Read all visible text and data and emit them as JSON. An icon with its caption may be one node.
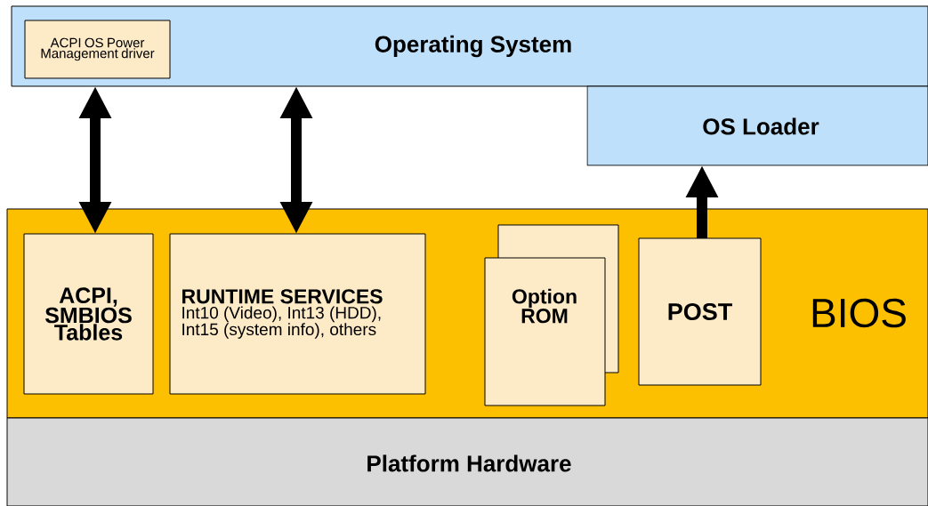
{
  "diagram": {
    "nodes": [
      {
        "text": [
          "Operating System"
        ]
      },
      {
        "text": [
          "ACPI OS Power Management driver"
        ],
        "in": 0
      },
      {
        "text": [
          "OS Loader"
        ]
      },
      {
        "text": [
          "BIOS"
        ]
      },
      {
        "text": [
          "ACPI, SMBIOS Tables"
        ],
        "in": 3
      },
      {
        "text": [
          "RUNTIME SERVICES",
          "Int10 (Video), Int13 (HDD), Int15 (system info), others"
        ],
        "in": 3
      },
      {
        "text": [],
        "shape": "box",
        "in": 3
      },
      {
        "text": [
          "Option ROM"
        ],
        "in": 3
      },
      {
        "text": [
          "POST"
        ],
        "in": 3
      },
      {
        "text": [
          "Platform Hardware"
        ]
      }
    ],
    "edges": [
      {
        "from": 0,
        "to": 4,
        "arrow": "both"
      },
      {
        "from": 0,
        "to": 5,
        "arrow": "both"
      },
      {
        "from": 8,
        "to": 2,
        "arrow": "to"
      }
    ]
  }
}
